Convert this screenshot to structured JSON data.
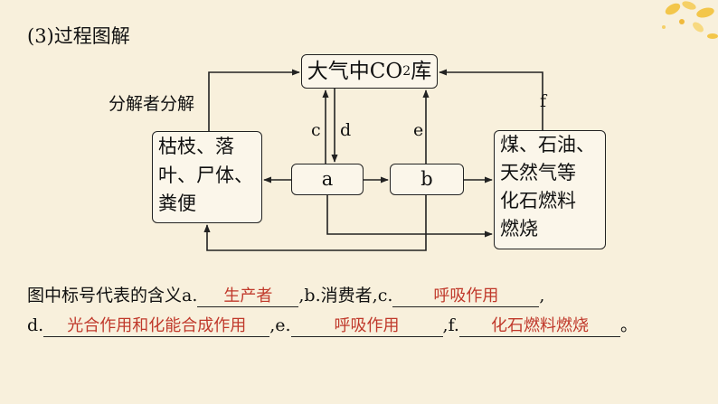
{
  "heading": "(3)过程图解",
  "diagram": {
    "co2_pool": {
      "prefix": "大气中CO",
      "sub": "2",
      "suffix": "库"
    },
    "left_box_lines": [
      "枯枝、落",
      "叶、尸体、",
      "粪便"
    ],
    "box_a": "a",
    "box_b": "b",
    "right_box_lines": [
      "煤、石油、",
      "天然气等",
      "化石燃料",
      "燃烧"
    ],
    "labels": {
      "decomposer": "分解者分解",
      "c": "c",
      "d": "d",
      "e": "e",
      "f": "f"
    }
  },
  "questions": {
    "intro": "图中标号代表的含义",
    "a_prefix": "a.",
    "a_answer": "生产者",
    "b_prefix": ",b.消费者,",
    "c_prefix": "c.",
    "c_answer": "呼吸作用",
    "c_suffix": ",",
    "d_prefix": "d.",
    "d_answer": "光合作用和化能合成作用",
    "e_prefix": ",e.",
    "e_answer": "呼吸作用",
    "f_prefix": ",f.",
    "f_answer": "化石燃料燃烧",
    "end": "。"
  },
  "colors": {
    "answer": "#c0392b",
    "background": "#f8f0dc",
    "decoration": "#f3c64a"
  }
}
